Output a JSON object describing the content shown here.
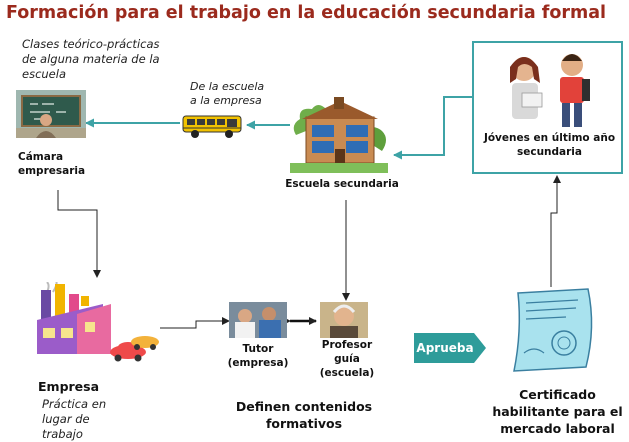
{
  "title": "Formación para el trabajo en la educación secundaria formal",
  "notes": {
    "clases": "Clases teórico-prácticas de alguna materia de la escuela",
    "escuela_empresa": "De la escuela a la empresa",
    "practica": "Práctica en lugar de trabajo"
  },
  "labels": {
    "camara": "Cámara empresaria",
    "escuela": "Escuela secundaria",
    "jovenes": "Jóvenes en último año secundaria",
    "empresa": "Empresa",
    "tutor": "Tutor (empresa)",
    "profesor": "Profesor guía (escuela)",
    "definen": "Definen contenidos formativos",
    "aprueba": "Aprueba",
    "certificado": "Certificado habilitante para el mercado laboral"
  },
  "colors": {
    "title": "#9b2a1d",
    "teal": "#3ea3a6",
    "aprueba": "#2e9c9a"
  }
}
